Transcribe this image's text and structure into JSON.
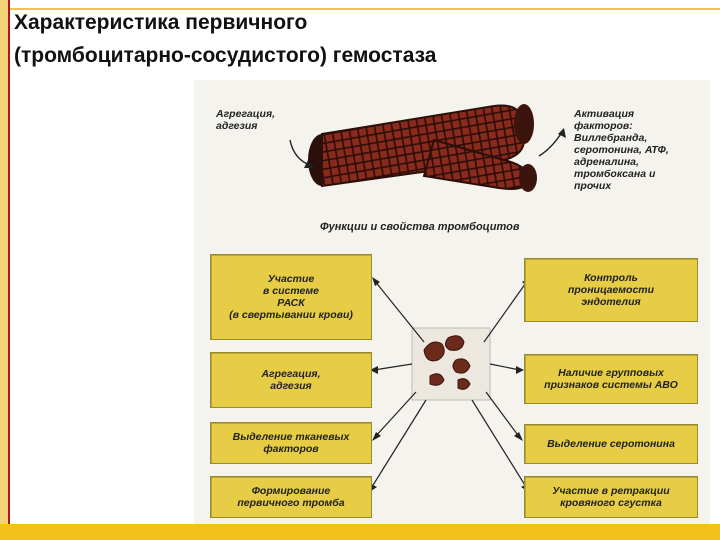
{
  "slide": {
    "title_line1": "Характеристика первичного",
    "title_line2": "(тромбоцитарно-сосудистого) гемостаза",
    "accent_color": "#b5121b",
    "box_color": "#e6cd45"
  },
  "figure": {
    "label_left": "Агрегация,\nадгезия",
    "label_right": "Активация\nфакторов:\nВиллебранда,\nсеротонина, АТФ,\nадреналина,\nтромбоксана и\nпрочих",
    "center_title": "Функции и свойства тромбоцитов",
    "left_boxes": [
      "Участие\nв системе\nРАСК\n(в свертывании крови)",
      "Агрегация,\nадгезия",
      "Выделение тканевых\nфакторов",
      "Формирование\nпервичного тромба"
    ],
    "right_boxes": [
      "Контроль\nпроницаемости\nэндотелия",
      "Наличие групповых\nпризнаков системы АВО",
      "Выделение серотонина",
      "Участие в ретракции\nкровяного сгустка"
    ]
  }
}
